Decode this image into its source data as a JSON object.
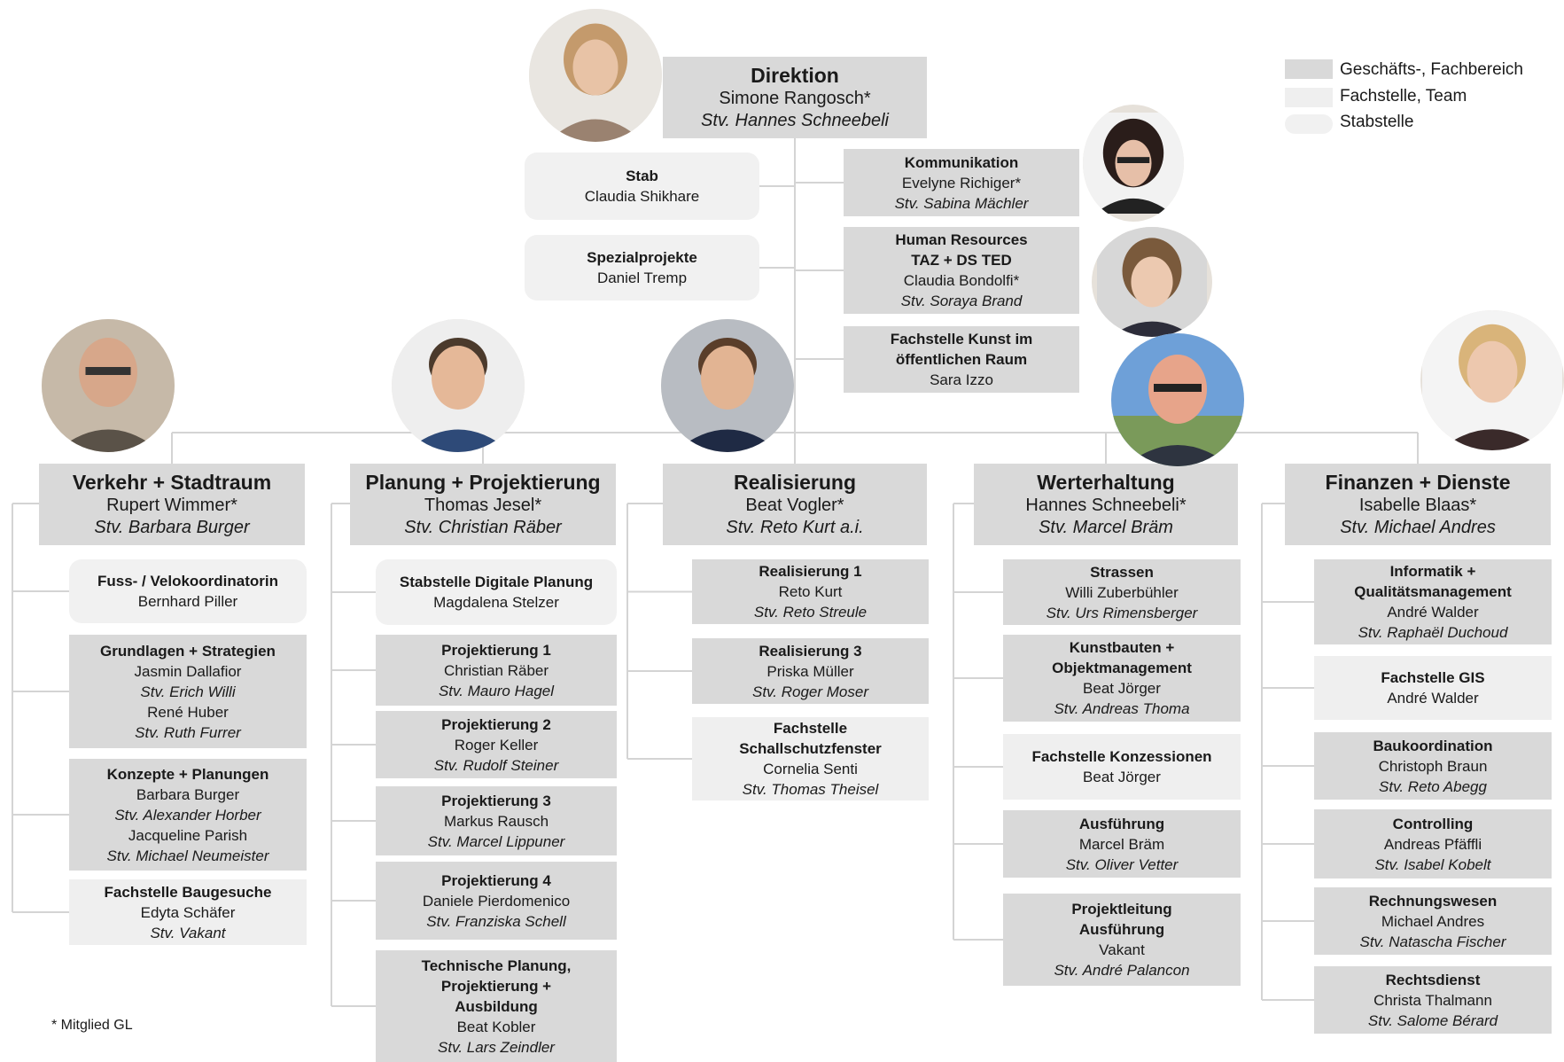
{
  "legend": {
    "items": [
      {
        "label": "Geschäfts-, Fachbereich",
        "color": "#d9d9d9"
      },
      {
        "label": "Fachstelle, Team",
        "color": "#efefef"
      },
      {
        "label": "Stabstelle",
        "color": "#f1f1f1"
      }
    ]
  },
  "footnote": "* Mitglied GL",
  "direktion": {
    "title": "Direktion",
    "name": "Simone Rangosch*",
    "deputy": "Stv. Hannes Schneebeli"
  },
  "staff": {
    "stab": {
      "title": "Stab",
      "name": "Claudia Shikhare"
    },
    "spezial": {
      "title": "Spezialprojekte",
      "name": "Daniel Tremp"
    },
    "kommunikation": {
      "title": "Kommunikation",
      "name": "Evelyne Richiger*",
      "deputy": "Stv. Sabina Mächler"
    },
    "hr": {
      "title1": "Human Resources",
      "title2": "TAZ + DS TED",
      "name": "Claudia Bondolfi*",
      "deputy": "Stv. Soraya Brand"
    },
    "kunst": {
      "title1": "Fachstelle Kunst im",
      "title2": "öffentlichen Raum",
      "name": "Sara Izzo"
    }
  },
  "departments": [
    {
      "title": "Verkehr + Stadtraum",
      "name": "Rupert Wimmer*",
      "deputy": "Stv. Barbara Burger",
      "units": [
        {
          "lines": [
            [
              "t",
              "Fuss- / Velokoordinatorin"
            ],
            [
              "n",
              "Bernhard Piller"
            ]
          ]
        },
        {
          "lines": [
            [
              "t",
              "Grundlagen + Strategien"
            ],
            [
              "n",
              "Jasmin Dallafior"
            ],
            [
              "d",
              "Stv. Erich Willi"
            ],
            [
              "n",
              "René Huber"
            ],
            [
              "d",
              "Stv. Ruth Furrer"
            ]
          ]
        },
        {
          "lines": [
            [
              "t",
              "Konzepte + Planungen"
            ],
            [
              "n",
              "Barbara Burger"
            ],
            [
              "d",
              "Stv. Alexander Horber"
            ],
            [
              "n",
              "Jacqueline Parish"
            ],
            [
              "d",
              "Stv. Michael Neumeister"
            ]
          ]
        },
        {
          "lines": [
            [
              "t",
              "Fachstelle Baugesuche"
            ],
            [
              "n",
              "Edyta Schäfer"
            ],
            [
              "d",
              "Stv. Vakant"
            ]
          ]
        }
      ]
    },
    {
      "title": "Planung + Projektierung",
      "name": "Thomas Jesel*",
      "deputy": "Stv. Christian Räber",
      "units": [
        {
          "lines": [
            [
              "t",
              "Stabstelle Digitale Planung"
            ],
            [
              "n",
              "Magdalena Stelzer"
            ]
          ]
        },
        {
          "lines": [
            [
              "t",
              "Projektierung 1"
            ],
            [
              "n",
              "Christian Räber"
            ],
            [
              "d",
              "Stv. Mauro Hagel"
            ]
          ]
        },
        {
          "lines": [
            [
              "t",
              "Projektierung 2"
            ],
            [
              "n",
              "Roger Keller"
            ],
            [
              "d",
              "Stv. Rudolf Steiner"
            ]
          ]
        },
        {
          "lines": [
            [
              "t",
              "Projektierung 3"
            ],
            [
              "n",
              "Markus Rausch"
            ],
            [
              "d",
              "Stv. Marcel Lippuner"
            ]
          ]
        },
        {
          "lines": [
            [
              "t",
              "Projektierung 4"
            ],
            [
              "n",
              "Daniele Pierdomenico"
            ],
            [
              "d",
              "Stv. Franziska Schell"
            ]
          ]
        },
        {
          "lines": [
            [
              "t",
              "Technische Planung,"
            ],
            [
              "t",
              "Projektierung +"
            ],
            [
              "t",
              "Ausbildung"
            ],
            [
              "n",
              "Beat Kobler"
            ],
            [
              "d",
              "Stv. Lars Zeindler"
            ]
          ]
        }
      ]
    },
    {
      "title": "Realisierung",
      "name": "Beat Vogler*",
      "deputy": "Stv. Reto Kurt a.i.",
      "units": [
        {
          "lines": [
            [
              "t",
              "Realisierung 1"
            ],
            [
              "n",
              "Reto Kurt"
            ],
            [
              "d",
              "Stv. Reto Streule"
            ]
          ]
        },
        {
          "lines": [
            [
              "t",
              "Realisierung 3"
            ],
            [
              "n",
              "Priska Müller"
            ],
            [
              "d",
              "Stv. Roger Moser"
            ]
          ]
        },
        {
          "lines": [
            [
              "t",
              "Fachstelle"
            ],
            [
              "t",
              "Schallschutzfenster"
            ],
            [
              "n",
              "Cornelia Senti"
            ],
            [
              "d",
              "Stv. Thomas Theisel"
            ]
          ]
        }
      ]
    },
    {
      "title": "Werterhaltung",
      "name": "Hannes Schneebeli*",
      "deputy": "Stv. Marcel Bräm",
      "units": [
        {
          "lines": [
            [
              "t",
              "Strassen"
            ],
            [
              "n",
              "Willi Zuberbühler"
            ],
            [
              "d",
              "Stv. Urs Rimensberger"
            ]
          ]
        },
        {
          "lines": [
            [
              "t",
              "Kunstbauten +"
            ],
            [
              "t",
              "Objektmanagement"
            ],
            [
              "n",
              "Beat Jörger"
            ],
            [
              "d",
              "Stv. Andreas Thoma"
            ]
          ]
        },
        {
          "lines": [
            [
              "t",
              "Fachstelle Konzessionen"
            ],
            [
              "n",
              "Beat Jörger"
            ]
          ]
        },
        {
          "lines": [
            [
              "t",
              "Ausführung"
            ],
            [
              "n",
              "Marcel Bräm"
            ],
            [
              "d",
              "Stv. Oliver Vetter"
            ]
          ]
        },
        {
          "lines": [
            [
              "t",
              "Projektleitung"
            ],
            [
              "t",
              "Ausführung"
            ],
            [
              "n",
              "Vakant"
            ],
            [
              "d",
              "Stv. André Palancon"
            ]
          ]
        }
      ]
    },
    {
      "title": "Finanzen + Dienste",
      "name": "Isabelle Blaas*",
      "deputy": "Stv. Michael Andres",
      "units": [
        {
          "lines": [
            [
              "t",
              "Informatik +"
            ],
            [
              "t",
              "Qualitätsmanagement"
            ],
            [
              "n",
              "André Walder"
            ],
            [
              "d",
              "Stv. Raphaël Duchoud"
            ]
          ]
        },
        {
          "lines": [
            [
              "t",
              "Fachstelle GIS"
            ],
            [
              "n",
              "André Walder"
            ]
          ]
        },
        {
          "lines": [
            [
              "t",
              "Baukoordination"
            ],
            [
              "n",
              "Christoph Braun"
            ],
            [
              "d",
              "Stv. Reto Abegg"
            ]
          ]
        },
        {
          "lines": [
            [
              "t",
              "Controlling"
            ],
            [
              "n",
              "Andreas Pfäffli"
            ],
            [
              "d",
              "Stv. Isabel Kobelt"
            ]
          ]
        },
        {
          "lines": [
            [
              "t",
              "Rechnungswesen"
            ],
            [
              "n",
              "Michael Andres"
            ],
            [
              "d",
              "Stv. Natascha Fischer"
            ]
          ]
        },
        {
          "lines": [
            [
              "t",
              "Rechtsdienst"
            ],
            [
              "n",
              "Christa Thalmann"
            ],
            [
              "d",
              "Stv. Salome Bérard"
            ]
          ]
        }
      ]
    }
  ]
}
